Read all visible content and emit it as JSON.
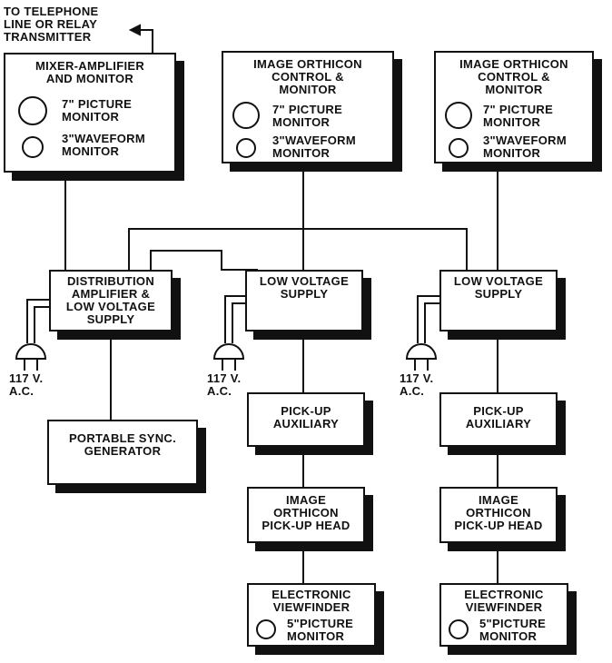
{
  "top_note": "TO TELEPHONE\nLINE OR RELAY\nTRANSMITTER",
  "mixer": {
    "title": "MIXER-AMPLIFIER\nAND MONITOR",
    "picture": "7\" PICTURE\nMONITOR",
    "waveform": "3\"WAVEFORM\nMONITOR"
  },
  "control_1": {
    "title": "IMAGE ORTHICON\nCONTROL &\nMONITOR",
    "picture": "7\" PICTURE\nMONITOR",
    "waveform": "3\"WAVEFORM\nMONITOR"
  },
  "control_2": {
    "title": "IMAGE ORTHICON\nCONTROL &\nMONITOR",
    "picture": "7\" PICTURE\nMONITOR",
    "waveform": "3\"WAVEFORM\nMONITOR"
  },
  "distribution": "DISTRIBUTION\nAMPLIFIER &\nLOW VOLTAGE\nSUPPLY",
  "low_voltage_1": "LOW VOLTAGE\nSUPPLY",
  "low_voltage_2": "LOW VOLTAGE\nSUPPLY",
  "ac_1": "117 V.\nA.C.",
  "ac_2": "117 V.\nA.C.",
  "ac_3": "117 V.\nA.C.",
  "sync": "PORTABLE SYNC.\nGENERATOR",
  "pickup_aux_1": "PICK-UP\nAUXILIARY",
  "pickup_aux_2": "PICK-UP\nAUXILIARY",
  "pickup_head_1": "IMAGE\nORTHICON\nPICK-UP HEAD",
  "pickup_head_2": "IMAGE\nORTHICON\nPICK-UP HEAD",
  "viewfinder_1": {
    "title": "ELECTRONIC\nVIEWFINDER",
    "picture": "5\"PICTURE\nMONITOR"
  },
  "viewfinder_2": {
    "title": "ELECTRONIC\nVIEWFINDER",
    "picture": "5\"PICTURE\nMONITOR"
  }
}
